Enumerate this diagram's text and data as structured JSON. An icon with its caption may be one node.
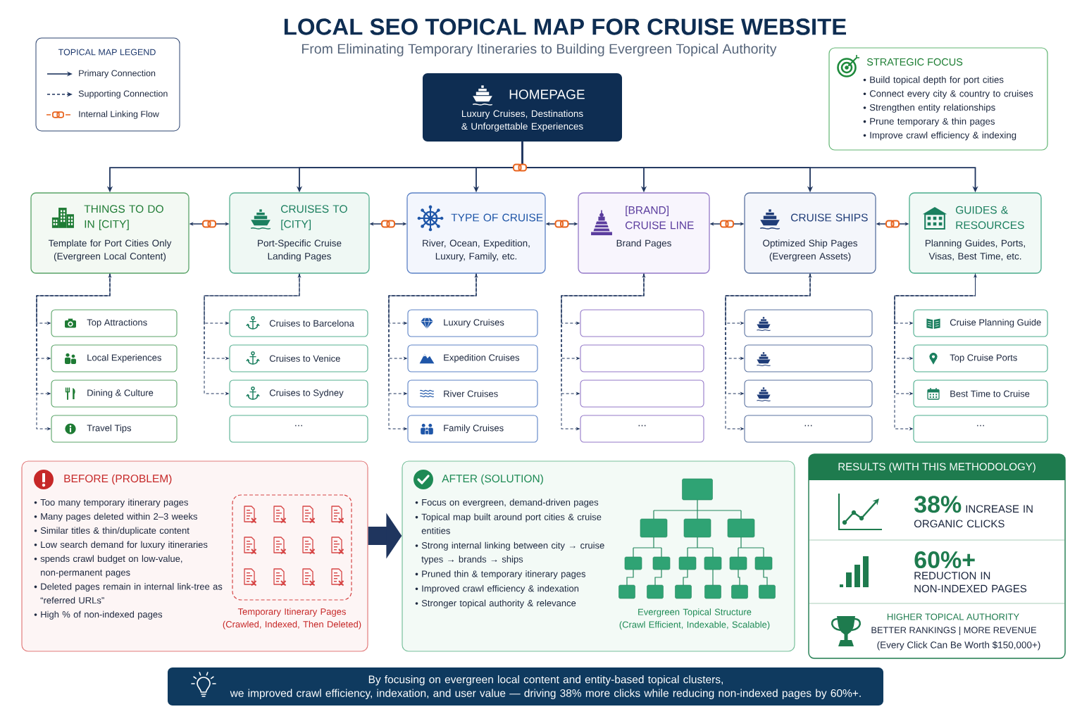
{
  "diagram": {
    "title": "LOCAL SEO TOPICAL MAP FOR CRUISE WEBSITE",
    "nodes": [
      {
        "text": [
          "HOMEPAGE",
          "Luxury Cruises, Destinations & Unforgettable Experiences"
        ]
      },
      {
        "text": [
          "THINGS TO DO IN [CITY]",
          "Template for Port Cities Only (Evergreen Local Content)"
        ]
      },
      {
        "text": [
          "CRUISES TO [CITY]",
          "Port-Specific Cruise Landing Pages"
        ]
      },
      {
        "text": [
          "TYPE OF CRUISE",
          "River, Ocean, Expedition, Luxury, Family, etc."
        ]
      },
      {
        "text": [
          "[BRAND] CRUISE LINE",
          "Brand Pages"
        ]
      },
      {
        "text": [
          "CRUISE SHIPS",
          "Optimized Ship Pages (Evergreen Assets)"
        ]
      },
      {
        "text": [
          "GUIDES & RESOURCES",
          "Planning Guides, Ports, Visas, Best Time, etc."
        ]
      },
      {
        "text": [
          "Top Attractions"
        ]
      },
      {
        "text": [
          "Local Experiences"
        ]
      },
      {
        "text": [
          "Dining & Culture"
        ]
      },
      {
        "text": [
          "Travel Tips"
        ]
      },
      {
        "text": [
          "Cruises to Barcelona"
        ]
      },
      {
        "text": [
          "Cruises to Venice"
        ]
      },
      {
        "text": [
          "Cruises to Sydney"
        ]
      },
      {
        "text": [
          "..."
        ]
      },
      {
        "text": [
          "Luxury Cruises"
        ]
      },
      {
        "text": [
          "Expedition Cruises"
        ]
      },
      {
        "text": [
          "River Cruises"
        ]
      },
      {
        "text": [
          "Family Cruises"
        ]
      },
      {
        "text": [],
        "shape": "box"
      },
      {
        "text": [],
        "shape": "box"
      },
      {
        "text": [],
        "shape": "box"
      },
      {
        "text": [
          "..."
        ]
      },
      {
        "text": [],
        "shape": "box"
      },
      {
        "text": [],
        "shape": "box"
      },
      {
        "text": [],
        "shape": "box"
      },
      {
        "text": [
          "..."
        ]
      },
      {
        "text": [
          "Cruise Planning Guide"
        ]
      },
      {
        "text": [
          "Top Cruise Ports"
        ]
      },
      {
        "text": [
          "Best Time to Cruise"
        ]
      },
      {
        "text": [
          "..."
        ]
      },
      {
        "text": [
          "STRATEGIC FOCUS",
          "Build topical depth for port cities",
          "Connect every city & country to cruises",
          "Strengthen entity relationships",
          "Prune temporary & thin pages",
          "Improve crawl efficiency & indexing"
        ]
      },
      {
        "text": [
          "BEFORE (PROBLEM)",
          "Too many temporary itinerary pages",
          "Many pages deleted within 2–3 weeks",
          "Similar titles & thin/duplicate content",
          "Low search demand for luxury itineraries",
          "spends crawl budget on low-value, non-permanent pages",
          "Deleted pages remain in internal link-tree as “referred URLs”",
          "High % of non-indexed pages"
        ]
      },
      {
        "text": [
          "Temporary Itinerary Pages (Crawled, Indexed, Then Deleted)"
        ],
        "in": 32
      },
      {
        "text": [
          "AFTER (SOLUTION)",
          "Focus on evergreen, demand-driven pages",
          "Topical map built around port cities & cruise entities",
          "Strong internal linking between city → cruise types → brands → ships",
          "Pruned thin & temporary itinerary pages",
          "Improved crawl efficiency & indexation",
          "Stronger topical authority & relevance"
        ]
      },
      {
        "text": [
          "RESULTS (WITH THIS METHODOLOGY)",
          "38%",
          "INCREASE IN ORGANIC CLICKS",
          "60%+",
          "REDUCTION IN NON-INDEXED PAGES",
          "HIGHER TOPICAL AUTHORITY",
          "BETTER RANKINGS | MORE REVENUE",
          "(Every Click Can Be Worth $150,000+)"
        ]
      },
      {
        "text": [
          "By focusing on evergreen local content and entity-based topical clusters, we improved crawl efficiency, indexation, and user value — driving 38% more clicks while reducing non-indexed pages by 60%+."
        ]
      }
    ],
    "edges": [
      {
        "from": 0,
        "to": 1,
        "arrow": "to"
      },
      {
        "from": 0,
        "to": 2,
        "arrow": "to"
      },
      {
        "from": 0,
        "to": 3,
        "arrow": "to"
      },
      {
        "from": 0,
        "to": 4,
        "arrow": "to"
      },
      {
        "from": 0,
        "to": 5,
        "arrow": "to"
      },
      {
        "from": 0,
        "to": 6,
        "arrow": "to"
      },
      {
        "from": 1,
        "to": 2,
        "arrow": "both"
      },
      {
        "from": 2,
        "to": 3,
        "arrow": "both"
      },
      {
        "from": 3,
        "to": 4,
        "arrow": "both"
      },
      {
        "from": 4,
        "to": 5,
        "arrow": "both"
      },
      {
        "from": 5,
        "to": 6,
        "arrow": "both"
      },
      {
        "from": 1,
        "to": 7,
        "arrow": "both",
        "style": "dashed"
      },
      {
        "from": 1,
        "to": 8,
        "arrow": "to",
        "style": "dashed"
      },
      {
        "from": 1,
        "to": 9,
        "arrow": "to",
        "style": "dashed"
      },
      {
        "from": 1,
        "to": 10,
        "arrow": "to",
        "style": "dashed"
      },
      {
        "from": 2,
        "to": 11,
        "arrow": "both",
        "style": "dashed"
      },
      {
        "from": 2,
        "to": 12,
        "arrow": "to",
        "style": "dashed"
      },
      {
        "from": 2,
        "to": 13,
        "arrow": "to",
        "style": "dashed"
      },
      {
        "from": 3,
        "to": 15,
        "arrow": "both",
        "style": "dashed"
      },
      {
        "from": 3,
        "to": 16,
        "arrow": "to",
        "style": "dashed"
      },
      {
        "from": 3,
        "to": 17,
        "arrow": "to",
        "style": "dashed"
      },
      {
        "from": 3,
        "to": 18,
        "arrow": "to",
        "style": "dashed"
      },
      {
        "from": 4,
        "to": 19,
        "arrow": "both",
        "style": "dashed"
      },
      {
        "from": 4,
        "to": 20,
        "arrow": "to",
        "style": "dashed"
      },
      {
        "from": 4,
        "to": 21,
        "arrow": "to",
        "style": "dashed"
      },
      {
        "from": 4,
        "to": 22,
        "arrow": "to",
        "style": "dashed"
      },
      {
        "from": 5,
        "to": 23,
        "arrow": "both",
        "style": "dashed"
      },
      {
        "from": 5,
        "to": 24,
        "arrow": "to",
        "style": "dashed"
      },
      {
        "from": 5,
        "to": 25,
        "arrow": "to",
        "style": "dashed"
      },
      {
        "from": 5,
        "to": 26,
        "arrow": "to",
        "style": "dashed"
      },
      {
        "from": 6,
        "to": 27,
        "arrow": "both",
        "style": "dashed"
      },
      {
        "from": 6,
        "to": 28,
        "arrow": "to",
        "style": "dashed"
      },
      {
        "from": 6,
        "to": 29,
        "arrow": "to",
        "style": "dashed"
      },
      {
        "from": 6,
        "to": 30,
        "arrow": "to",
        "style": "dashed"
      },
      {
        "from": 32,
        "to": 34,
        "arrow": "to",
        "style": "thick"
      }
    ],
    "labels": [
      "From Eliminating Temporary Itineraries to Building Evergreen Topical Authority",
      "TOPICAL MAP LEGEND",
      "Evergreen Topical Structure (Crawl Efficient, Indexable, Scalable)"
    ],
    "legend": [
      {
        "text": "Primary Connection"
      },
      {
        "text": "Supporting Connection"
      },
      {
        "text": "Internal Linking Flow"
      }
    ]
  }
}
